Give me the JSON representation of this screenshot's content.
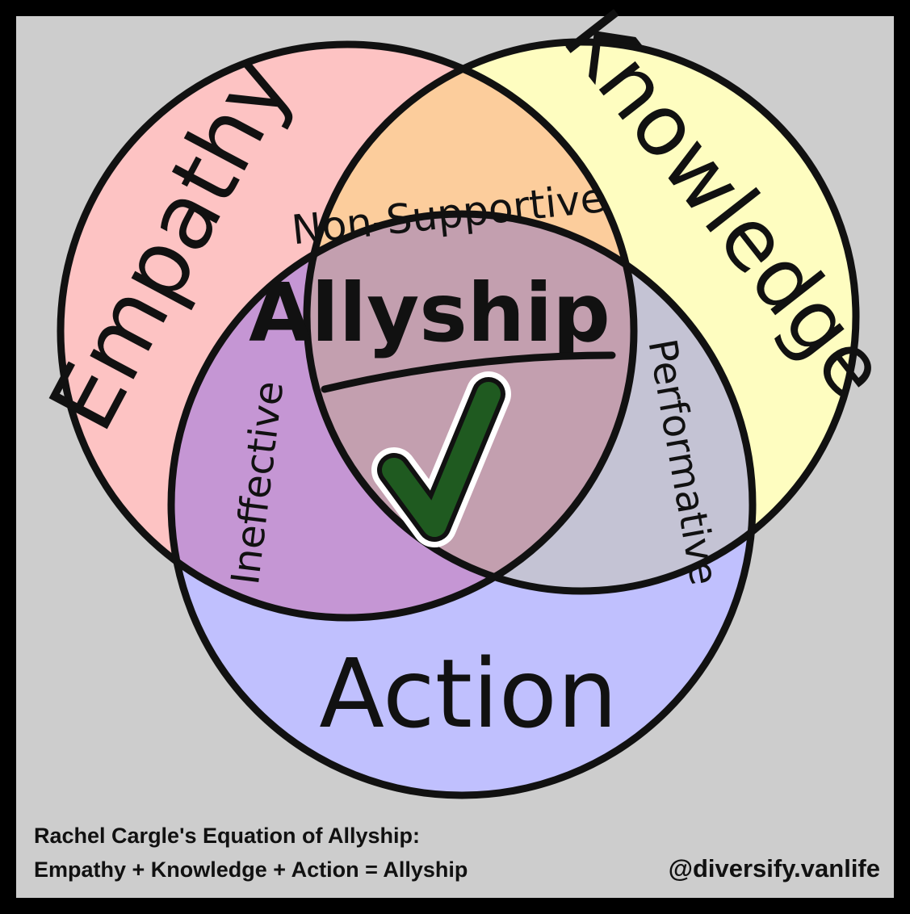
{
  "diagram": {
    "circles": {
      "empathy": {
        "label": "Empathy",
        "color": "#fdc3c3"
      },
      "knowledge": {
        "label": "Knowledge",
        "color": "#fefdc0"
      },
      "action": {
        "label": "Action",
        "color": "#c0c0fe"
      }
    },
    "intersections": {
      "empathy_knowledge": {
        "label": "Non-Supportive",
        "color": "#fccd9c"
      },
      "knowledge_action": {
        "label": "Performative",
        "color": "#c4c3d4"
      },
      "empathy_action": {
        "label": "Ineffective",
        "color": "#c596d4"
      },
      "center": {
        "label": "Allyship",
        "color": "#c39faf"
      }
    },
    "center_icon": {
      "name": "checkmark-icon",
      "color": "#1f5a20"
    },
    "background_color": "#cdcdcd",
    "frame_color": "#000000"
  },
  "caption": {
    "line1": "Rachel Cargle's Equation of Allyship:",
    "line2": "Empathy + Knowledge + Action = Allyship"
  },
  "credit": "@diversify.vanlife"
}
